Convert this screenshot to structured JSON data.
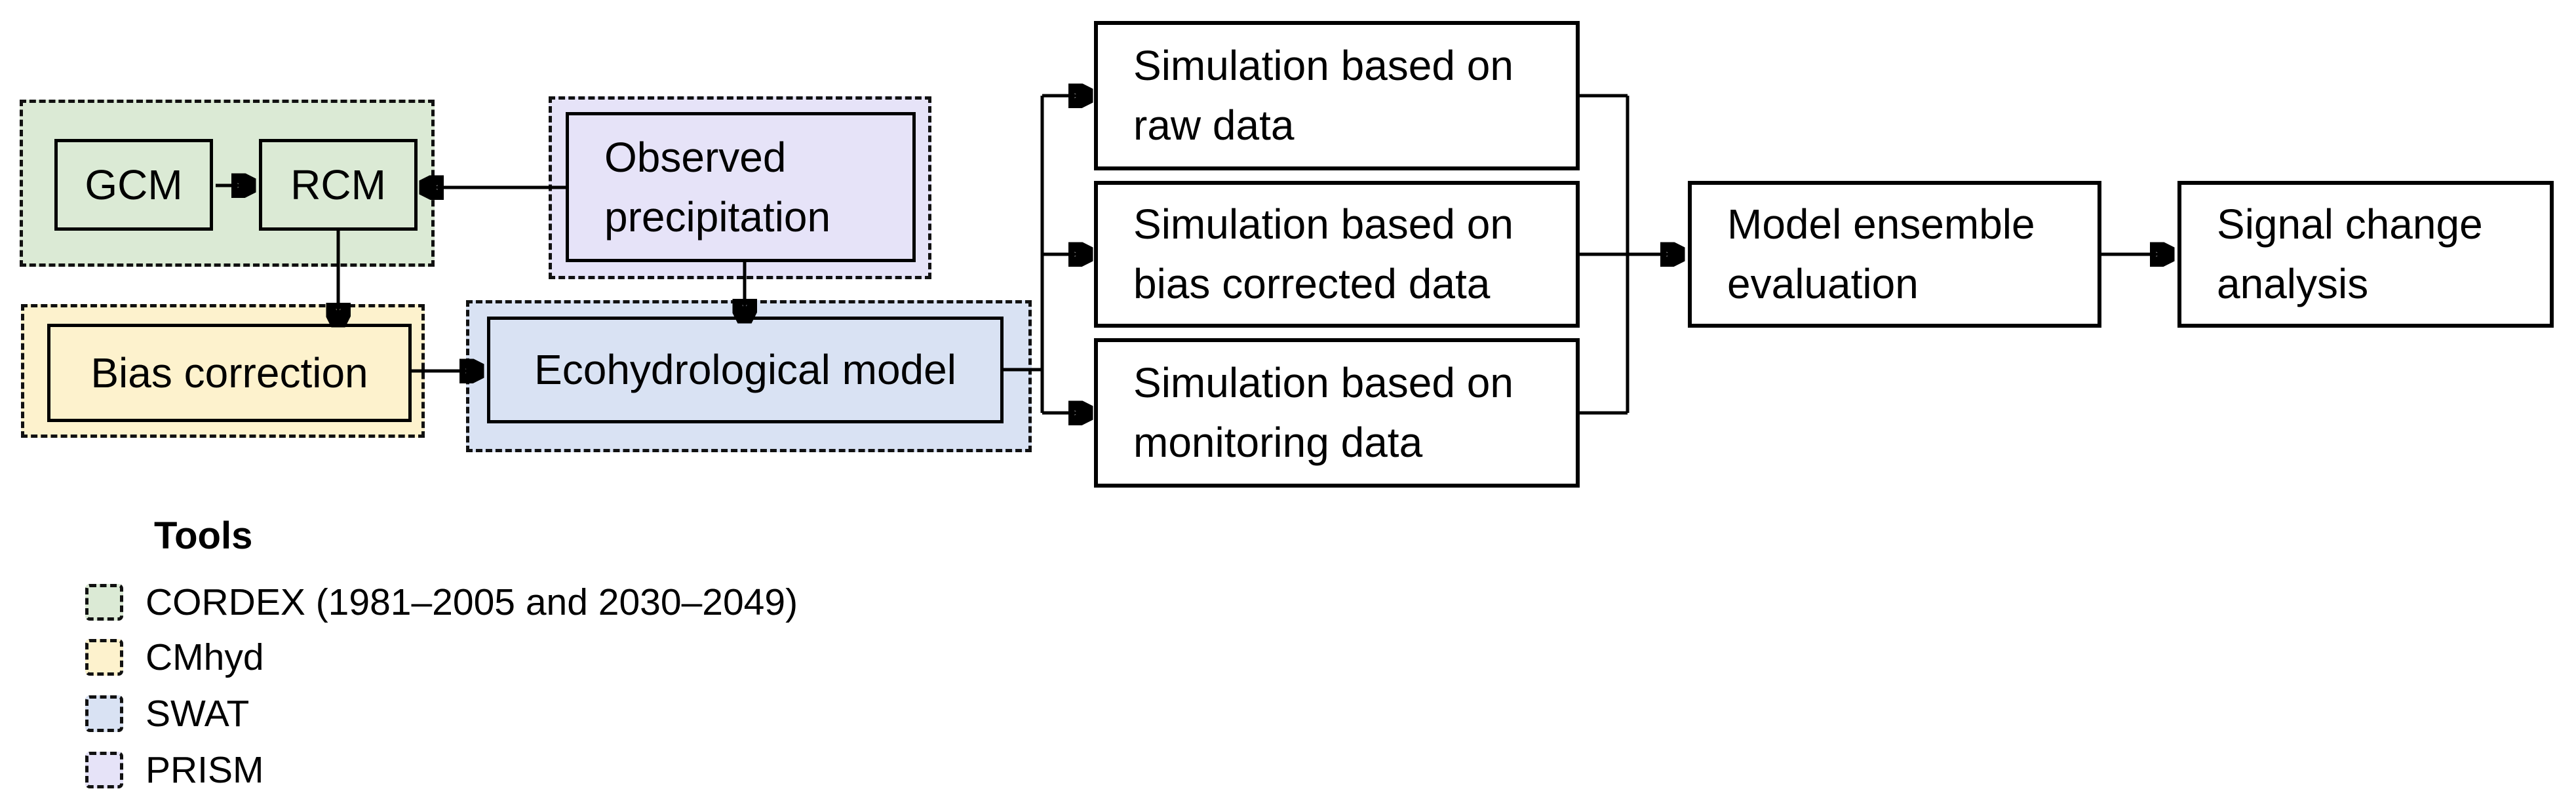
{
  "figure": {
    "background": "#ffffff",
    "line_color": "#000000",
    "nodes": {
      "gcm": "GCM",
      "rcm": "RCM",
      "observed_precipitation": "Observed\nprecipitation",
      "bias_correction": "Bias correction",
      "ecohydrological_model": "Ecohydrological model",
      "simulation_raw": "Simulation based on\nraw data",
      "simulation_bias_corrected": "Simulation based on\nbias corrected data",
      "simulation_monitoring": "Simulation based on\nmonitoring data",
      "model_ensemble_evaluation": "Model ensemble\nevaluation",
      "signal_change_analysis": "Signal change\nanalysis"
    },
    "group_colors": {
      "cordex_green": "#dbead5",
      "cmhyd_yellow": "#fdf2cd",
      "swat_blue": "#d9e2f3",
      "prism_lavender": "#e6e3f8"
    },
    "legend": {
      "title": "Tools",
      "items": [
        {
          "name": "cordex",
          "label": "CORDEX (1981–2005 and 2030–2049)",
          "color": "#dbead5"
        },
        {
          "name": "cmhyd",
          "label": "CMhyd",
          "color": "#fdf2cd"
        },
        {
          "name": "swat",
          "label": "SWAT",
          "color": "#d9e2f3"
        },
        {
          "name": "prism",
          "label": "PRISM",
          "color": "#e6e3f8"
        }
      ]
    }
  }
}
